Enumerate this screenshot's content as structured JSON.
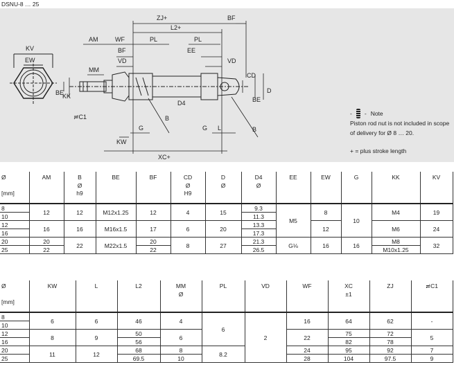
{
  "title": "DSNU-8 … 25",
  "drawing": {
    "labels": [
      "ZJ+",
      "BF",
      "L2+",
      "AM",
      "WF",
      "PL",
      "PL",
      "KV",
      "EW",
      "BF",
      "EE",
      "VD",
      "VD",
      "MM",
      "BE",
      "KK",
      "D4",
      "CD",
      "BE",
      "D",
      "≓C1",
      "G",
      "G",
      "L",
      "B",
      "B",
      "KW",
      "XC+"
    ]
  },
  "notes": {
    "legend_label": "Note",
    "note_text": "Piston rod nut is not included in scope of delivery for Ø 8 … 20.",
    "plus_text": "+    = plus stroke length"
  },
  "table1": {
    "headers": [
      [
        "Ø",
        "",
        "[mm]"
      ],
      [
        "AM"
      ],
      [
        "B",
        "Ø",
        "h9"
      ],
      [
        "BE"
      ],
      [
        "BF"
      ],
      [
        "CD",
        "Ø",
        "H9"
      ],
      [
        "D",
        "Ø"
      ],
      [
        "D4",
        "Ø"
      ],
      [
        "EE"
      ],
      [
        "EW"
      ],
      [
        "G"
      ],
      [
        "KK"
      ],
      [
        "KV"
      ]
    ],
    "sizes": [
      "8",
      "10",
      "12",
      "16",
      "20",
      "25"
    ],
    "AM": [
      "12",
      "16",
      "20",
      "22"
    ],
    "B": [
      "12",
      "16",
      "22"
    ],
    "BE": [
      "M12x1.25",
      "M16x1.5",
      "M22x1.5"
    ],
    "BF": [
      "12",
      "17",
      "20",
      "22"
    ],
    "CD": [
      "4",
      "6",
      "8"
    ],
    "D": [
      "15",
      "20",
      "27"
    ],
    "D4": [
      "9.3",
      "11.3",
      "13.3",
      "17.3",
      "21.3",
      "26.5"
    ],
    "EE": [
      "M5",
      "G⅛"
    ],
    "EW": [
      "8",
      "12",
      "16"
    ],
    "G": [
      "10",
      "16"
    ],
    "KK": [
      "M4",
      "M6",
      "M8",
      "M10x1.25"
    ],
    "KV": [
      "19",
      "24",
      "32"
    ]
  },
  "table2": {
    "headers": [
      [
        "Ø",
        "",
        "[mm]"
      ],
      [
        "KW"
      ],
      [
        "L"
      ],
      [
        "L2"
      ],
      [
        "MM",
        "Ø"
      ],
      [
        "PL"
      ],
      [
        "VD"
      ],
      [
        "WF"
      ],
      [
        "XC",
        "±1"
      ],
      [
        "ZJ"
      ],
      [
        "≓C1"
      ]
    ],
    "sizes": [
      "8",
      "10",
      "12",
      "16",
      "20",
      "25"
    ],
    "KW": [
      "6",
      "8",
      "11"
    ],
    "L": [
      "6",
      "9",
      "12"
    ],
    "L2": [
      "46",
      "50",
      "56",
      "68",
      "69.5"
    ],
    "MM": [
      "4",
      "6",
      "8",
      "10"
    ],
    "PL": [
      "6",
      "8.2"
    ],
    "VD": [
      "2"
    ],
    "WF": [
      "16",
      "22",
      "24",
      "28"
    ],
    "XC": [
      "64",
      "75",
      "82",
      "95",
      "104"
    ],
    "ZJ": [
      "62",
      "72",
      "78",
      "92",
      "97.5"
    ],
    "C1": [
      "-",
      "5",
      "7",
      "9"
    ]
  }
}
